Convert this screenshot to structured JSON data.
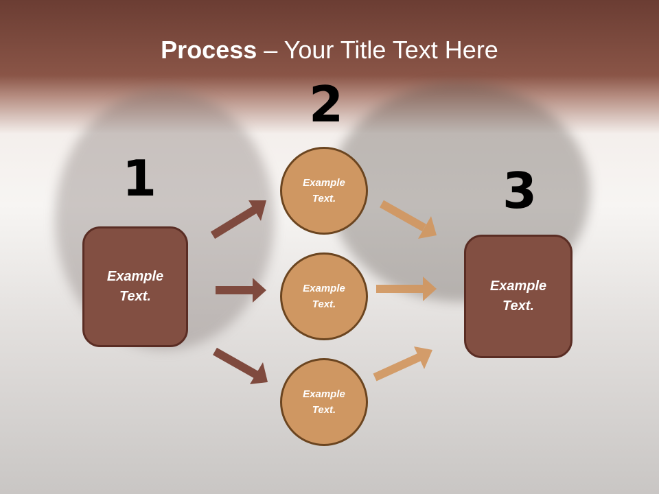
{
  "title": {
    "bold": "Process",
    "rest": " – Your Title Text Here"
  },
  "steps": [
    {
      "number": "1",
      "text": "Example Text."
    },
    {
      "number": "2",
      "items": [
        "Example Text.",
        "Example Text.",
        "Example Text."
      ]
    },
    {
      "number": "3",
      "text": "Example Text."
    }
  ],
  "colors": {
    "box": "#824f42",
    "circle": "#cf9762",
    "header": "#7a4a3e"
  }
}
